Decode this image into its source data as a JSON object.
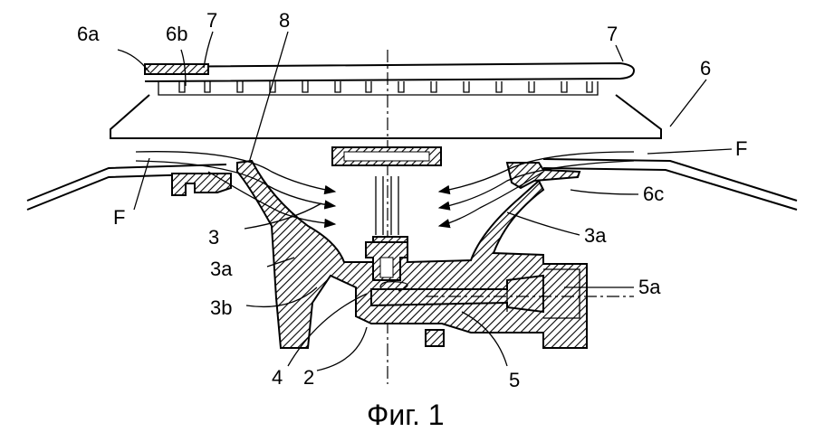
{
  "figure": {
    "caption": "Фиг. 1",
    "labels": {
      "l6a": "6a",
      "l6b": "6b",
      "l7_left": "7",
      "l8": "8",
      "l7_right": "7",
      "l6": "6",
      "lF_right": "F",
      "lF_left": "F",
      "l6c": "6c",
      "l3": "3",
      "l3a_right": "3a",
      "l3a_left": "3a",
      "l5a": "5a",
      "l3b": "3b",
      "l4": "4",
      "l2": "2",
      "l5": "5"
    }
  }
}
